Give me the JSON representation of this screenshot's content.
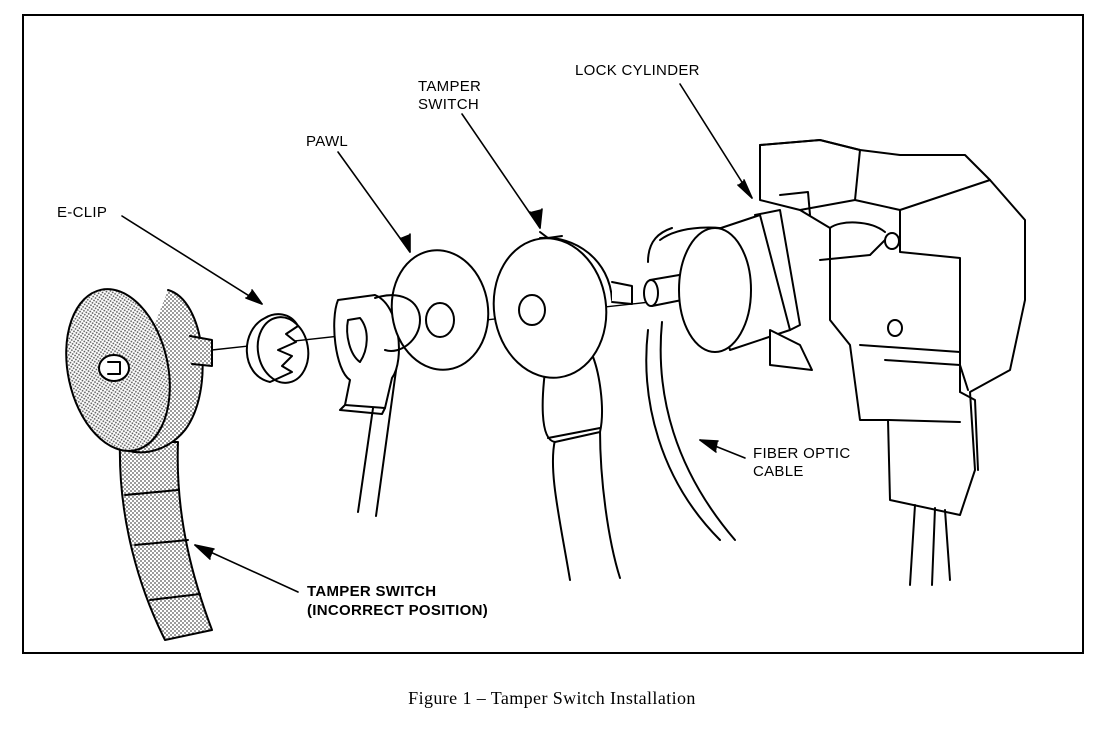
{
  "labels": {
    "lock_cylinder": "LOCK CYLINDER",
    "tamper_switch_1": "TAMPER",
    "tamper_switch_2": "SWITCH",
    "pawl": "PAWL",
    "e_clip": "E-CLIP",
    "fiber_optic_1": "FIBER OPTIC",
    "fiber_optic_2": "CABLE",
    "incorrect_1": "TAMPER SWITCH",
    "incorrect_2": "(INCORRECT POSITION)"
  },
  "caption": "Figure 1 – Tamper Switch Installation",
  "colors": {
    "ink": "#000000",
    "paper": "#ffffff",
    "stipple": "#9a9a9a"
  }
}
